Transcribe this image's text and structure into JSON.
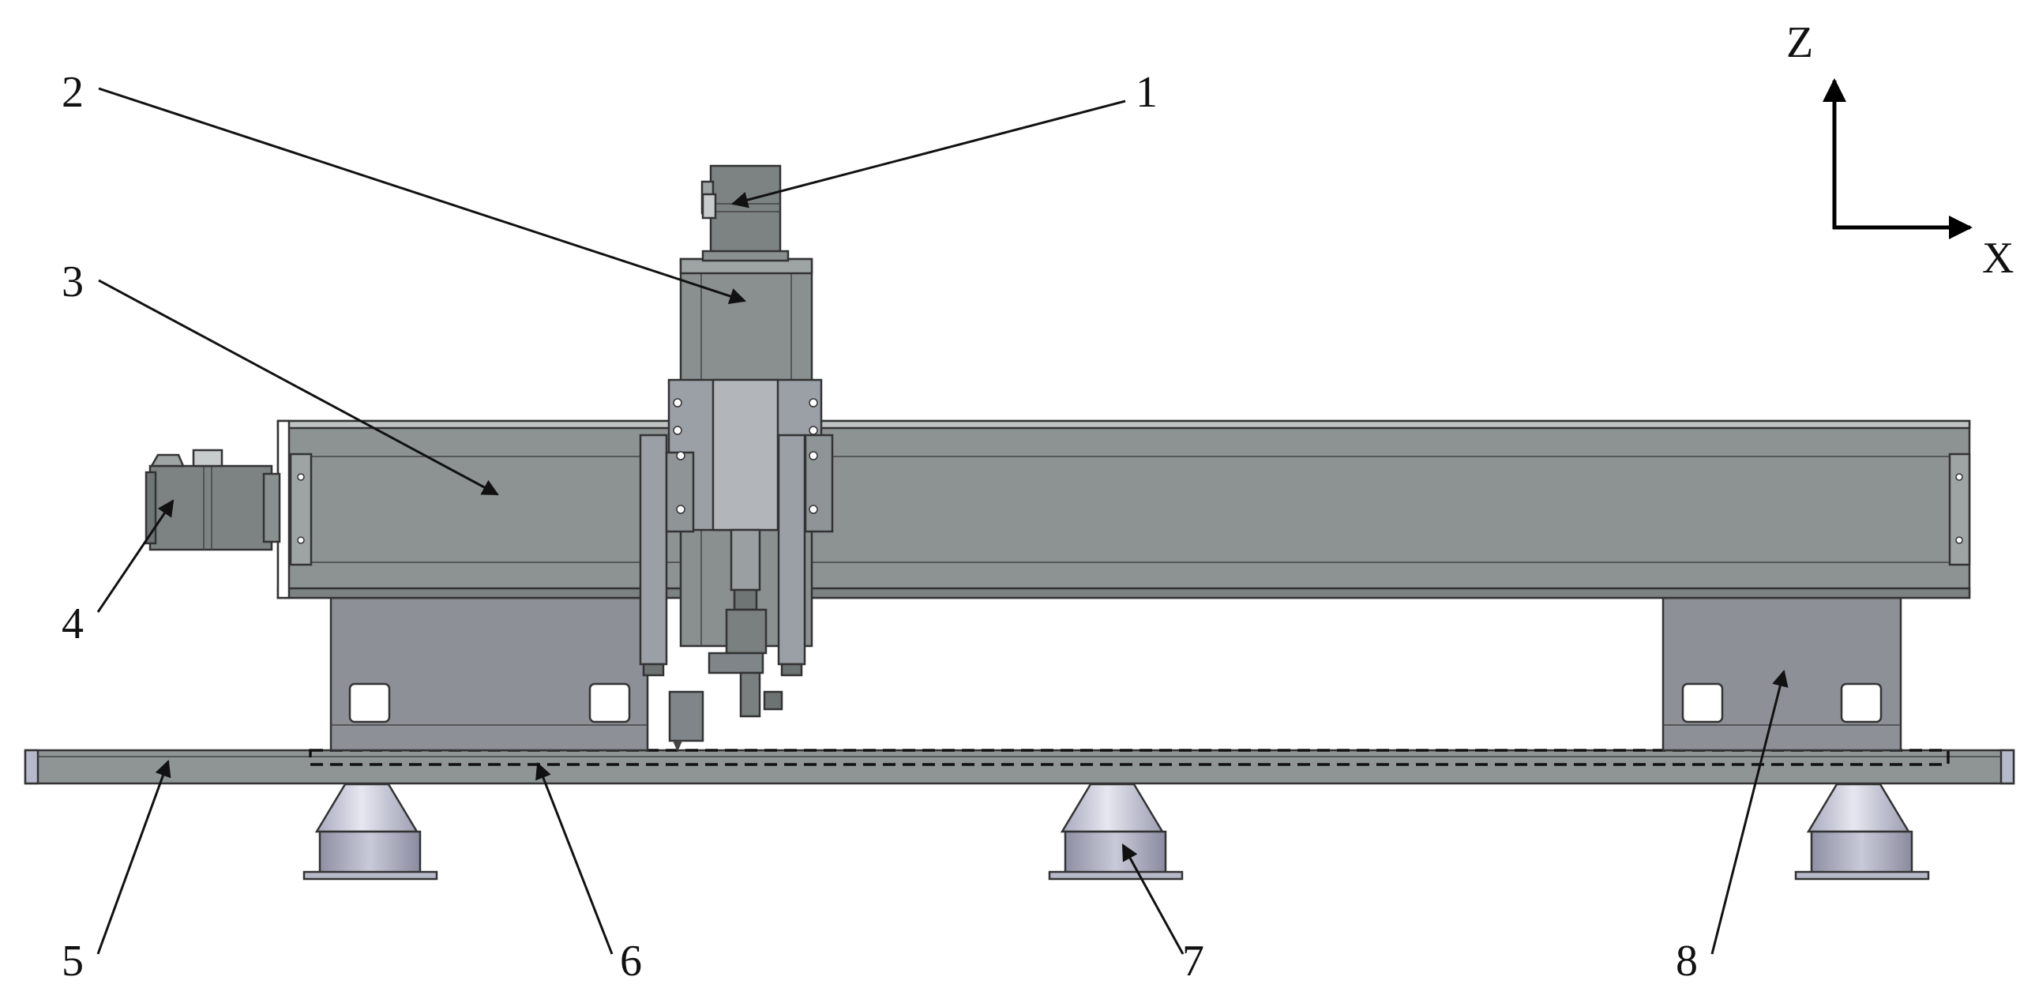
{
  "callouts": [
    {
      "id": "1",
      "text": "1"
    },
    {
      "id": "2",
      "text": "2"
    },
    {
      "id": "3",
      "text": "3"
    },
    {
      "id": "4",
      "text": "4"
    },
    {
      "id": "5",
      "text": "5"
    },
    {
      "id": "6",
      "text": "6"
    },
    {
      "id": "7",
      "text": "7"
    },
    {
      "id": "8",
      "text": "8"
    }
  ],
  "axes": {
    "vertical": "Z",
    "horizontal": "X"
  },
  "colors": {
    "beam": "#8d9393",
    "beam_dark": "#7c8282",
    "plate": "#8f9595",
    "support": "#8e9097",
    "foot_light": "#d8d9e6",
    "foot_mid": "#a9aabd",
    "motor": "#7d8283",
    "slide": "#9ba0a6",
    "line": "#111111"
  }
}
